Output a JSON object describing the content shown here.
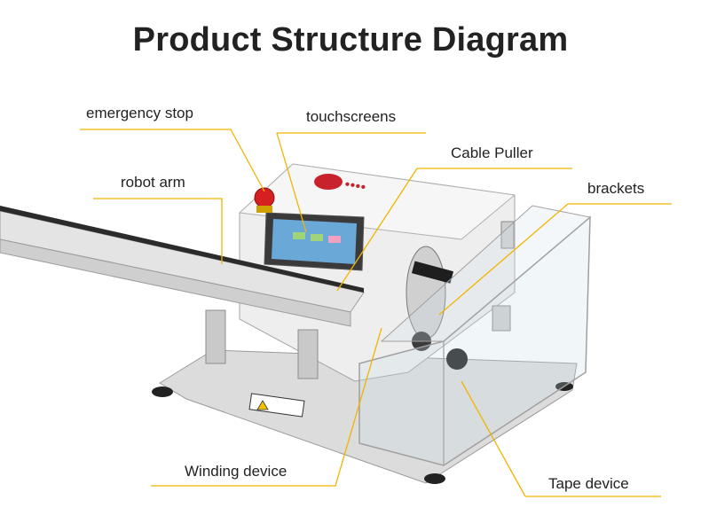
{
  "title": "Product Structure Diagram",
  "labels": {
    "emergency_stop": "emergency stop",
    "touchscreens": "touchscreens",
    "cable_puller": "Cable Puller",
    "robot_arm": "robot arm",
    "brackets": "brackets",
    "winding_device": "Winding device",
    "tape_device": "Tape device"
  },
  "colors": {
    "callout_line": "#f2b400",
    "machine_white": "#e9e9e9",
    "machine_dark": "#2b2b2b",
    "stop_button": "#d61f1f",
    "screen_blue": "#6aa8d8"
  }
}
